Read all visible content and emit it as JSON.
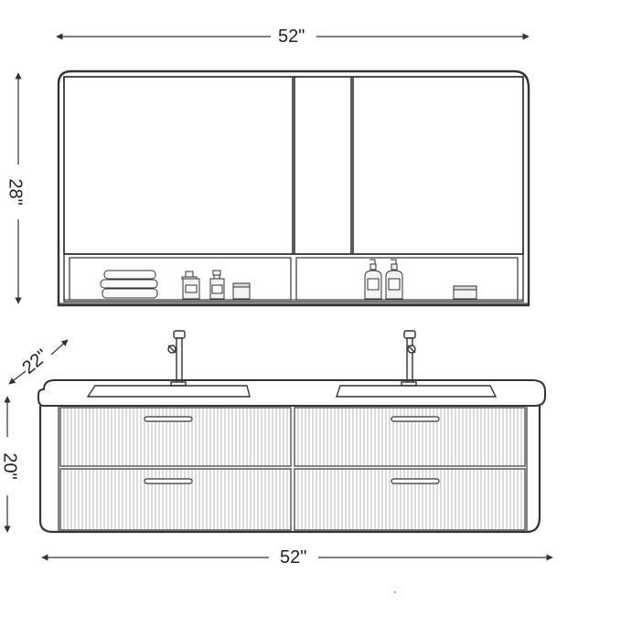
{
  "dimensions": {
    "mirror_width": "52\"",
    "mirror_height": "28\"",
    "vanity_depth": "22\"",
    "vanity_height": "20\"",
    "vanity_width": "52\""
  },
  "colors": {
    "line": "#333333",
    "panel_fill": "#ffffff",
    "fluting": "#9a9a9a",
    "bottle_fill": "#f3f3f3"
  }
}
